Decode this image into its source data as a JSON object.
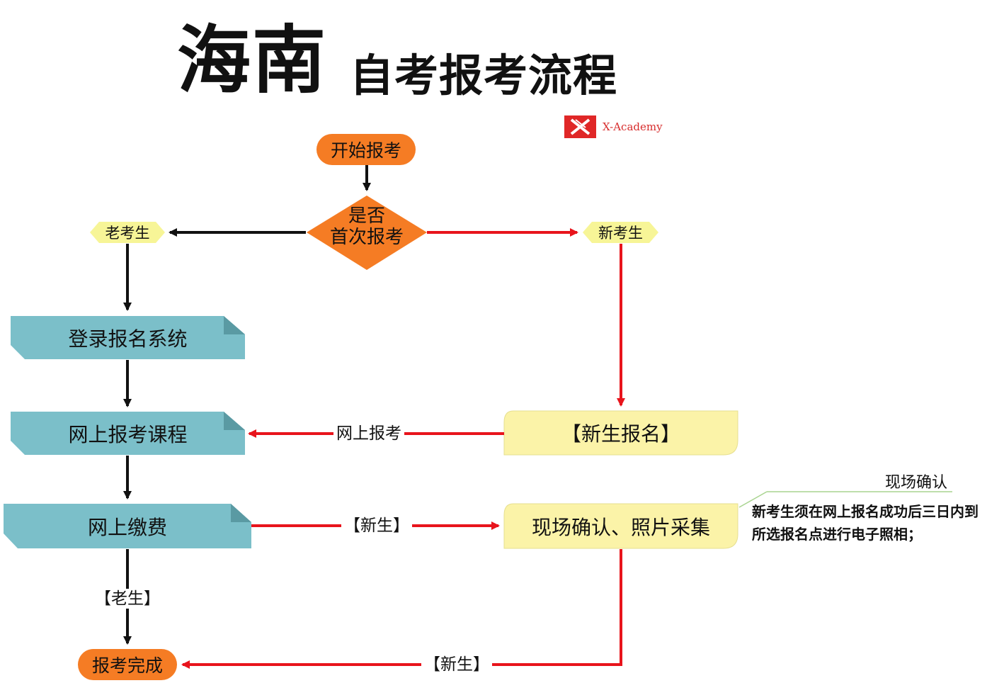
{
  "title": {
    "main": "海南",
    "sub": "自考报考流程"
  },
  "logo": {
    "brand": "X-Academy"
  },
  "nodes": {
    "start": "开始报考",
    "decision_line1": "是否",
    "decision_line2": "首次报考",
    "old_student": "老考生",
    "new_student": "新考生",
    "login": "登录报名系统",
    "online_course": "网上报考课程",
    "new_registration": "【新生报名】",
    "online_payment": "网上缴费",
    "onsite_confirm": "现场确认、照片采集",
    "done": "报考完成"
  },
  "edges": {
    "online_apply": "网上报考",
    "new_to_confirm": "【新生】",
    "old_to_done": "【老生】",
    "new_to_done": "【新生】"
  },
  "note": {
    "title": "现场确认",
    "text": "新考生须在网上报名成功后三日内到所选报名点进行电子照相；"
  },
  "colors": {
    "orange": "#f57c24",
    "teal": "#7bbfc9",
    "yellow": "#fbf3a8",
    "red_arrow": "#e8141c",
    "black_arrow": "#111111",
    "hex_yellow": "#f7f597"
  }
}
